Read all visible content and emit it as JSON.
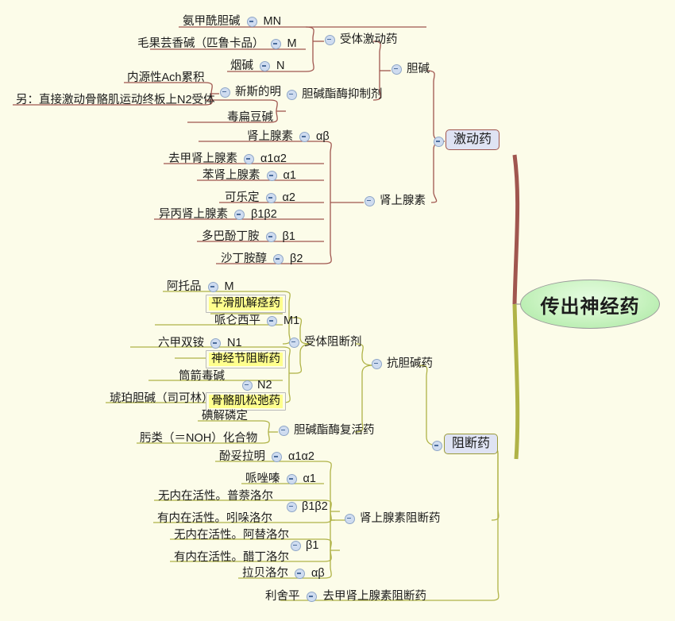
{
  "map": {
    "title": "传出神经药",
    "background_color": "#fcfce9",
    "branch_colors": {
      "agonist": "#a0564f",
      "blocker": "#b0b347"
    },
    "toggle_icon": "collapse-minus-icon"
  },
  "branches": {
    "agonist": {
      "label": "激动药",
      "groups": [
        {
          "label": "胆碱",
          "subgroups": [
            {
              "label": "受体激动药",
              "items": [
                {
                  "name": "氨甲酰胆碱",
                  "receptor": "MN"
                },
                {
                  "name": "毛果芸香碱（匹鲁卡品）",
                  "receptor": "M"
                },
                {
                  "name": "烟碱",
                  "receptor": "N"
                }
              ]
            },
            {
              "label": "胆碱酯酶抑制剂",
              "items": [
                {
                  "name": "新斯的明",
                  "notes": [
                    "内源性Ach累积",
                    "另：直接激动骨骼肌运动终板上N2受体"
                  ]
                },
                {
                  "name": "毒扁豆碱",
                  "notes": []
                }
              ]
            }
          ]
        },
        {
          "label": "肾上腺素",
          "items": [
            {
              "name": "肾上腺素",
              "receptor": "αβ"
            },
            {
              "name": "去甲肾上腺素",
              "receptor": "α1α2"
            },
            {
              "name": "苯肾上腺素",
              "receptor": "α1"
            },
            {
              "name": "可乐定",
              "receptor": "α2"
            },
            {
              "name": "异丙肾上腺素",
              "receptor": "β1β2"
            },
            {
              "name": "多巴酚丁胺",
              "receptor": "β1"
            },
            {
              "name": "沙丁胺醇",
              "receptor": "β2"
            }
          ]
        }
      ]
    },
    "blocker": {
      "label": "阻断药",
      "groups": [
        {
          "label": "抗胆碱药",
          "subgroups": [
            {
              "label": "受体阻断剂",
              "items": [
                {
                  "name": "阿托品",
                  "receptor": "M",
                  "tag": "平滑肌解痉药",
                  "highlight": true
                },
                {
                  "name": "哌仑西平",
                  "receptor": "M1",
                  "tag": "",
                  "highlight": false
                },
                {
                  "name": "六甲双铵",
                  "receptor": "N1",
                  "tag": "神经节阻断药",
                  "highlight": true
                },
                {
                  "name": "筒箭毒碱",
                  "receptor": "N2",
                  "tag": "骨骼肌松弛药",
                  "highlight": true
                },
                {
                  "name": "琥珀胆碱（司可林）",
                  "receptor": "",
                  "tag": "",
                  "highlight": false
                }
              ]
            },
            {
              "label": "胆碱酯酶复活药",
              "items": [
                {
                  "name": "碘解磷定"
                },
                {
                  "name": "肟类（＝NOH）化合物"
                }
              ]
            }
          ]
        },
        {
          "label": "肾上腺素阻断药",
          "items": [
            {
              "name": "酚妥拉明",
              "receptor": "α1α2"
            },
            {
              "name": "哌唑嗪",
              "receptor": "α1"
            },
            {
              "name": "无内在活性。普萘洛尔",
              "receptor": "β1β2"
            },
            {
              "name": "有内在活性。吲哚洛尔",
              "receptor": ""
            },
            {
              "name": "无内在活性。阿替洛尔",
              "receptor": "β1"
            },
            {
              "name": "有内在活性。醋丁洛尔",
              "receptor": ""
            },
            {
              "name": "拉贝洛尔",
              "receptor": "αβ"
            }
          ]
        },
        {
          "label": "去甲肾上腺素阻断药",
          "items": [
            {
              "name": "利舍平",
              "receptor": ""
            }
          ]
        }
      ]
    }
  },
  "nodes": {
    "n_anjiaxian": "氨甲酰胆碱",
    "r_MN": "MN",
    "n_maoguo": "毛果芸香碱（匹鲁卡品）",
    "r_M": "M",
    "n_yanjian": "烟碱",
    "r_N": "N",
    "g_shoutijidong": "受体激动药",
    "n_neiyuan": "内源性Ach累积",
    "n_ling": "另：直接激动骨骼肌运动终板上N2受体",
    "n_xinsidiming": "新斯的明",
    "n_dubiandoujian": "毒扁豆碱",
    "g_danjianzhimei": "胆碱酯酶抑制剂",
    "g_danjian": "胆碱",
    "b_jidongyao": "激动药",
    "n_shenshangxiansu": "肾上腺素",
    "r_ab": "αβ",
    "n_qujiashen": "去甲肾上腺素",
    "r_a1a2": "α1α2",
    "n_benshen": "苯肾上腺素",
    "r_a1": "α1",
    "n_keleding": "可乐定",
    "r_a2": "α2",
    "n_yibingshen": "异丙肾上腺素",
    "r_b1b2": "β1β2",
    "n_duobafen": "多巴酚丁胺",
    "r_b1": "β1",
    "n_shadingan": "沙丁胺醇",
    "r_b2": "β2",
    "g_shenshangxiansu": "肾上腺素",
    "n_atuopin": "阿托品",
    "r_M2": "M",
    "t_pinghuaji": "平滑肌解痉药",
    "n_pailunxiping": "哌仑西平",
    "r_M1": "M1",
    "n_liujiashuangan": "六甲双铵",
    "r_N1": "N1",
    "t_shenjingjie": "神经节阻断药",
    "n_tongjian": "筒箭毒碱",
    "r_N2": "N2",
    "n_hupo": "琥珀胆碱（司可林）",
    "t_gugeji": "骨骼肌松弛药",
    "g_shoutizuduan": "受体阻断剂",
    "n_dianjieliuding": "碘解磷定",
    "n_wolei": "肟类（＝NOH）化合物",
    "g_danjianzhimeifuhuo": "胆碱酯酶复活药",
    "g_kangdanjian": "抗胆碱药",
    "n_fentuolaming": "酚妥拉明",
    "r_a1a2b": "α1α2",
    "n_paizuoqin": "哌唑嗪",
    "r_a1b": "α1",
    "n_punaluoer": "无内在活性。普萘洛尔",
    "n_yinduoluoer": "有内在活性。吲哚洛尔",
    "r_b1b2b": "β1β2",
    "n_atiluoer": "无内在活性。阿替洛尔",
    "n_cudingluoer": "有内在活性。醋丁洛尔",
    "r_b1b": "β1",
    "n_labeiluoer": "拉贝洛尔",
    "r_abb": "αβ",
    "g_shenzuduan": "肾上腺素阻断药",
    "n_lisheping": "利舍平",
    "g_qujiazuduan": "去甲肾上腺素阻断药",
    "b_zuduanyao": "阻断药",
    "root": "传出神经药"
  }
}
